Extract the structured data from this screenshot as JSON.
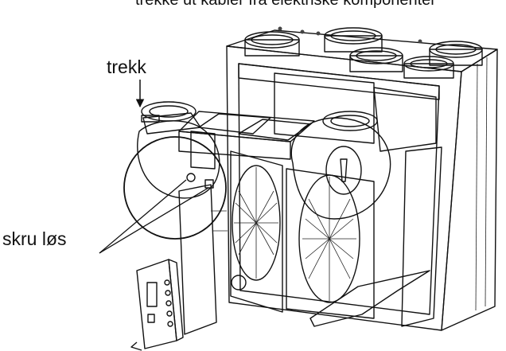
{
  "heading": "trekke ut kabler fra elektriske komponenter",
  "labels": {
    "trekk": "trekk",
    "skru_los": "skru løs"
  },
  "colors": {
    "line": "#111111",
    "light_gray": "#e6e6e6",
    "mid_gray": "#bdbdbd",
    "dark_gray": "#6e6e6e",
    "background": "#ffffff"
  }
}
